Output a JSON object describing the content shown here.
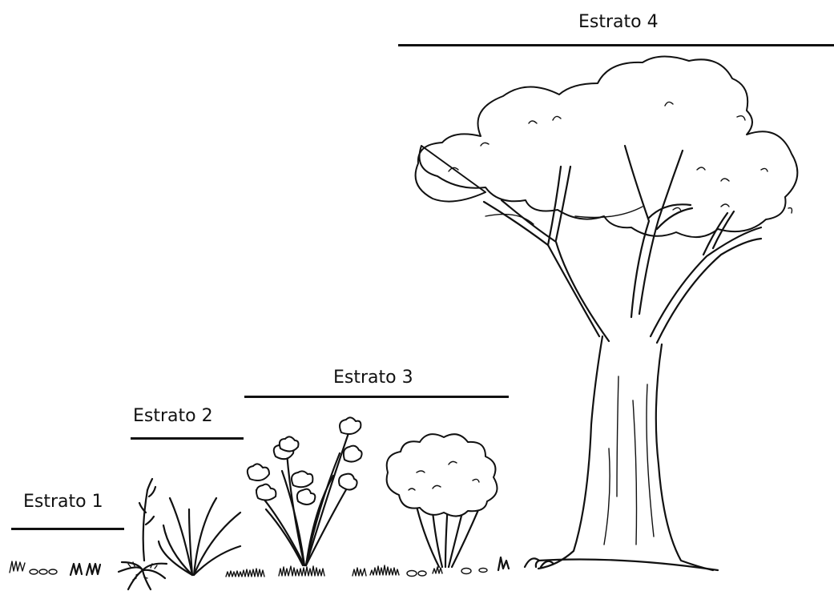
{
  "strata": [
    {
      "label": "Estrato 1"
    },
    {
      "label": "Estrato 2"
    },
    {
      "label": "Estrato 3"
    },
    {
      "label": "Estrato 4"
    }
  ]
}
